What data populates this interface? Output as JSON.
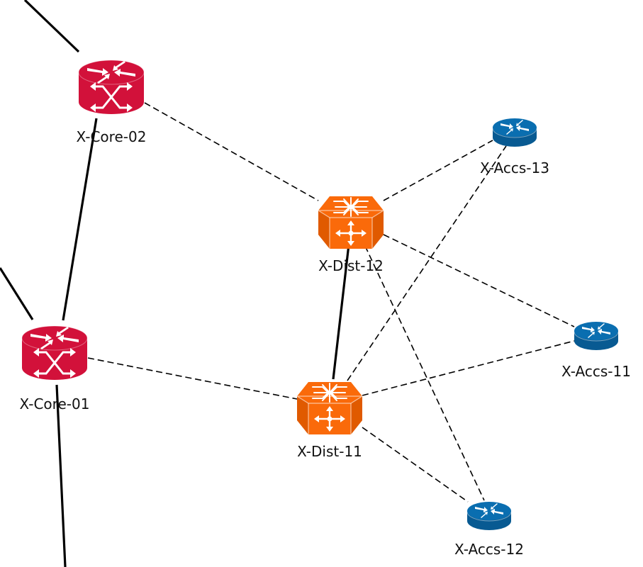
{
  "diagram": {
    "type": "network-topology",
    "colors": {
      "core": "#d2113a",
      "core_dark": "#a80d2e",
      "dist": "#fa6a0a",
      "dist_dark": "#e05a00",
      "access": "#0a6eb0",
      "access_dark": "#085a92",
      "link": "#000000",
      "icon_glyph": "#ffffff"
    },
    "nodes": [
      {
        "id": "core02",
        "label": "X-Core-02",
        "kind": "core-router"
      },
      {
        "id": "core01",
        "label": "X-Core-01",
        "kind": "core-router"
      },
      {
        "id": "dist12",
        "label": "X-Dist-12",
        "kind": "distribution-switch"
      },
      {
        "id": "dist11",
        "label": "X-Dist-11",
        "kind": "distribution-switch"
      },
      {
        "id": "accs13",
        "label": "X-Accs-13",
        "kind": "access-router"
      },
      {
        "id": "accs11",
        "label": "X-Accs-11",
        "kind": "access-router"
      },
      {
        "id": "accs12",
        "label": "X-Accs-12",
        "kind": "access-router"
      }
    ],
    "links": [
      {
        "from": "offscreen-top-left",
        "to": "core02",
        "style": "solid"
      },
      {
        "from": "offscreen-left",
        "to": "core01",
        "style": "solid"
      },
      {
        "from": "core01",
        "to": "offscreen-bottom",
        "style": "solid"
      },
      {
        "from": "core02",
        "to": "core01",
        "style": "solid"
      },
      {
        "from": "dist12",
        "to": "dist11",
        "style": "solid"
      },
      {
        "from": "core02",
        "to": "dist12",
        "style": "dashed"
      },
      {
        "from": "core01",
        "to": "dist11",
        "style": "dashed"
      },
      {
        "from": "dist12",
        "to": "accs13",
        "style": "dashed"
      },
      {
        "from": "dist12",
        "to": "accs11",
        "style": "dashed"
      },
      {
        "from": "dist12",
        "to": "accs12",
        "style": "dashed"
      },
      {
        "from": "dist11",
        "to": "accs13",
        "style": "dashed"
      },
      {
        "from": "dist11",
        "to": "accs11",
        "style": "dashed"
      },
      {
        "from": "dist11",
        "to": "accs12",
        "style": "dashed"
      }
    ]
  }
}
